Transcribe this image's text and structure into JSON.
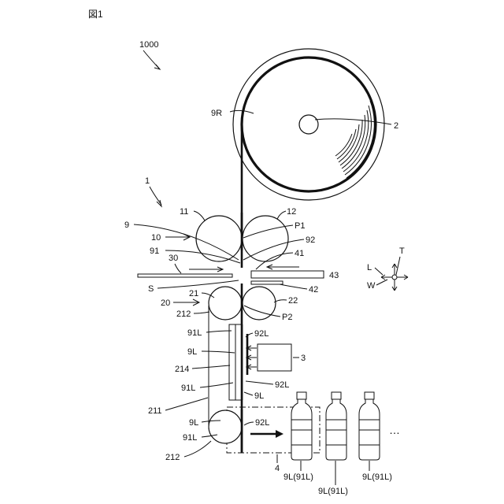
{
  "figure": {
    "title": "図1",
    "main_ref": "1000",
    "apparatus_ref": "1",
    "ellipsis": "…"
  },
  "labels": {
    "roll": "9R",
    "core": "2",
    "web": "9",
    "unit10": "10",
    "roller11": "11",
    "roller12": "12",
    "p1": "P1",
    "ply91": "91",
    "ply92": "92",
    "cutter41": "41",
    "blade30": "30",
    "blade43": "43",
    "sheet_s": "S",
    "guide42": "42",
    "unit20": "20",
    "roller21": "21",
    "roller22": "22",
    "r212a": "212",
    "p2": "P2",
    "l91L_a": "91L",
    "l92L_a": "92L",
    "l9L_a": "9L",
    "l214": "214",
    "box3": "3",
    "l91L_b": "91L",
    "l92L_b": "92L",
    "l9L_b": "9L",
    "l211": "211",
    "l9L_c": "9L",
    "l92L_c": "92L",
    "l91L_c": "91L",
    "r212b": "212",
    "box4": "4",
    "bottle1": "9L(91L)",
    "bottle2": "9L(91L)",
    "bottle3": "9L(91L)",
    "compass_t": "T",
    "compass_l": "L",
    "compass_w": "W"
  }
}
